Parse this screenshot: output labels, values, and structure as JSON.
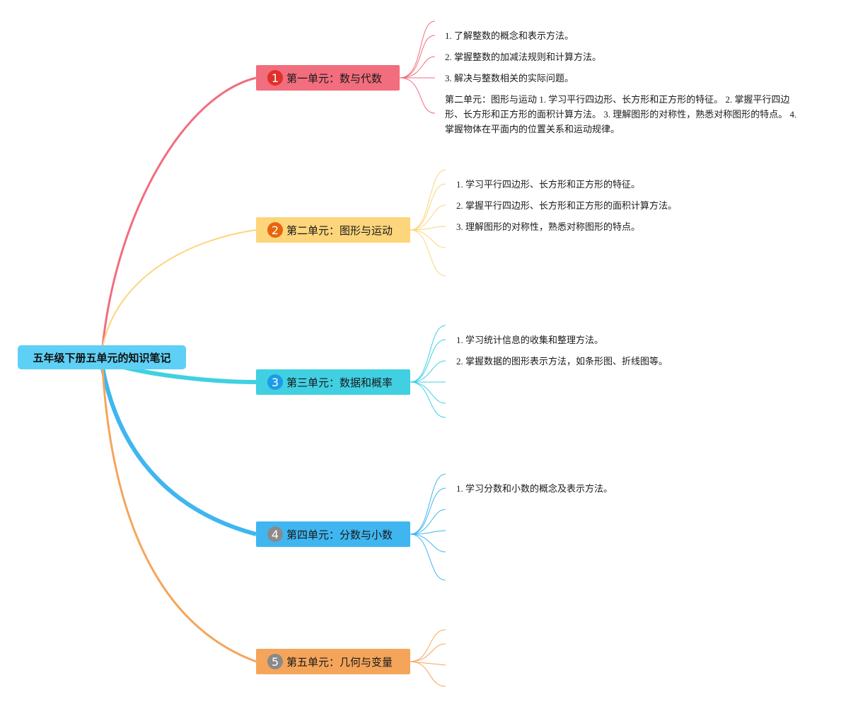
{
  "root": {
    "title": "五年级下册五单元的知识笔记",
    "color": "#5ed0f5"
  },
  "branches": [
    {
      "marker": "1",
      "label": "第一单元：数与代数",
      "color": "#f26d7d",
      "marker_color": "#e0302a",
      "items": [
        "1. 了解整数的概念和表示方法。",
        "2. 掌握整数的加减法规则和计算方法。",
        "3. 解决与整数相关的实际问题。",
        "第二单元：图形与运动 1. 学习平行四边形、长方形和正方形的特征。 2. 掌握平行四边形、长方形和正方形的面积计算方法。 3. 理解图形的对称性，熟悉对称图形的特点。 4. 掌握物体在平面内的位置关系和运动规律。"
      ]
    },
    {
      "marker": "2",
      "label": "第二单元：图形与运动",
      "color": "#fdd57b",
      "marker_color": "#e8650c",
      "items": [
        "1. 学习平行四边形、长方形和正方形的特征。",
        "2. 掌握平行四边形、长方形和正方形的面积计算方法。",
        "3. 理解图形的对称性，熟悉对称图形的特点。"
      ]
    },
    {
      "marker": "3",
      "label": "第三单元：数据和概率",
      "color": "#40d0e2",
      "marker_color": "#1c9be8",
      "items": [
        "1. 学习统计信息的收集和整理方法。",
        "2. 掌握数据的图形表示方法，如条形图、折线图等。"
      ]
    },
    {
      "marker": "4",
      "label": "第四单元：分数与小数",
      "color": "#3fb6f0",
      "marker_color": "#8a8a8a",
      "items": [
        "1. 学习分数和小数的概念及表示方法。"
      ]
    },
    {
      "marker": "5",
      "label": "第五单元：几何与变量",
      "color": "#f5a55a",
      "marker_color": "#8a8a8a",
      "items": []
    }
  ]
}
